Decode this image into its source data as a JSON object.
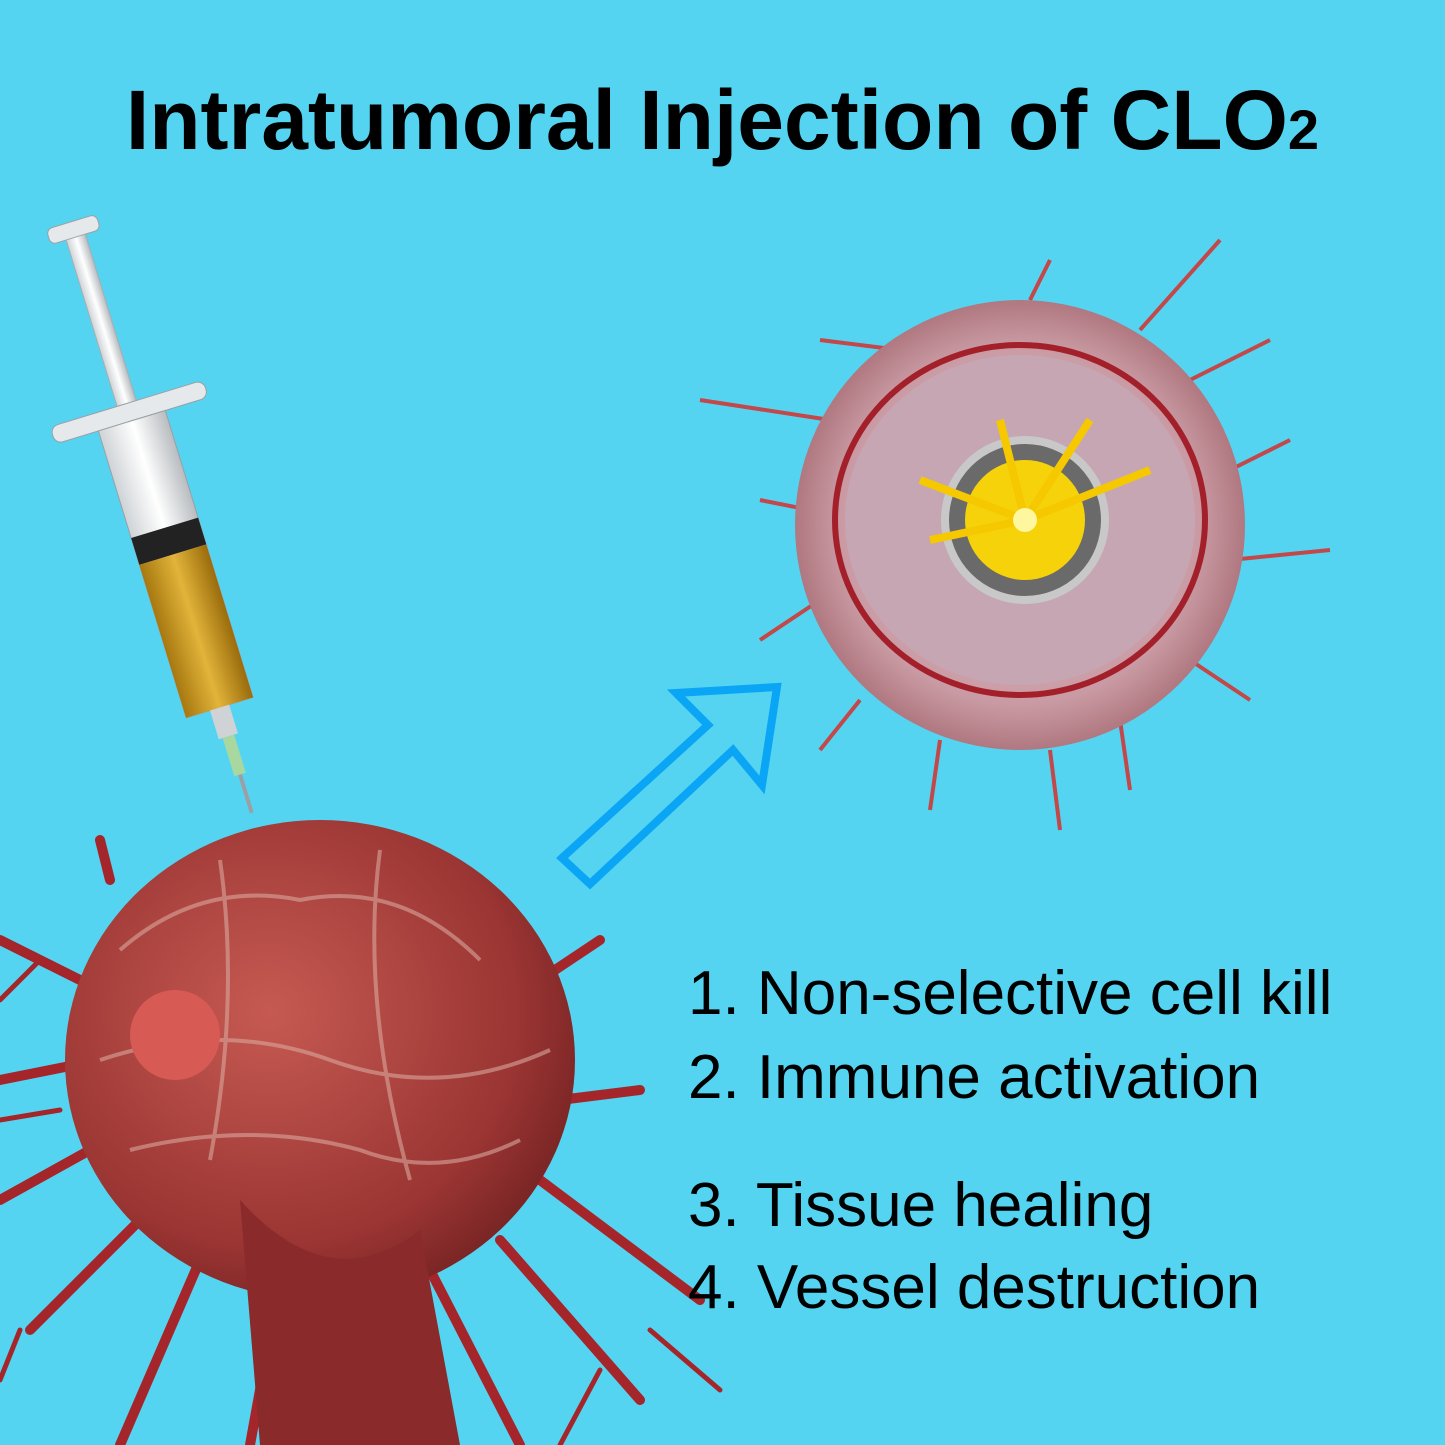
{
  "title": {
    "main": "Intratumoral Injection of CLO",
    "subscript": "2"
  },
  "effects": [
    "1. Non-selective cell kill",
    "2. Immune activation",
    "3. Tissue healing",
    "4. Vessel destruction"
  ],
  "colors": {
    "background": "#55d4f1",
    "arrow": "#0aa6f5",
    "tumor": "#a8403c",
    "vessel": "#a5262a",
    "drug": "#d4a21c",
    "burst": "#f5d20a"
  }
}
